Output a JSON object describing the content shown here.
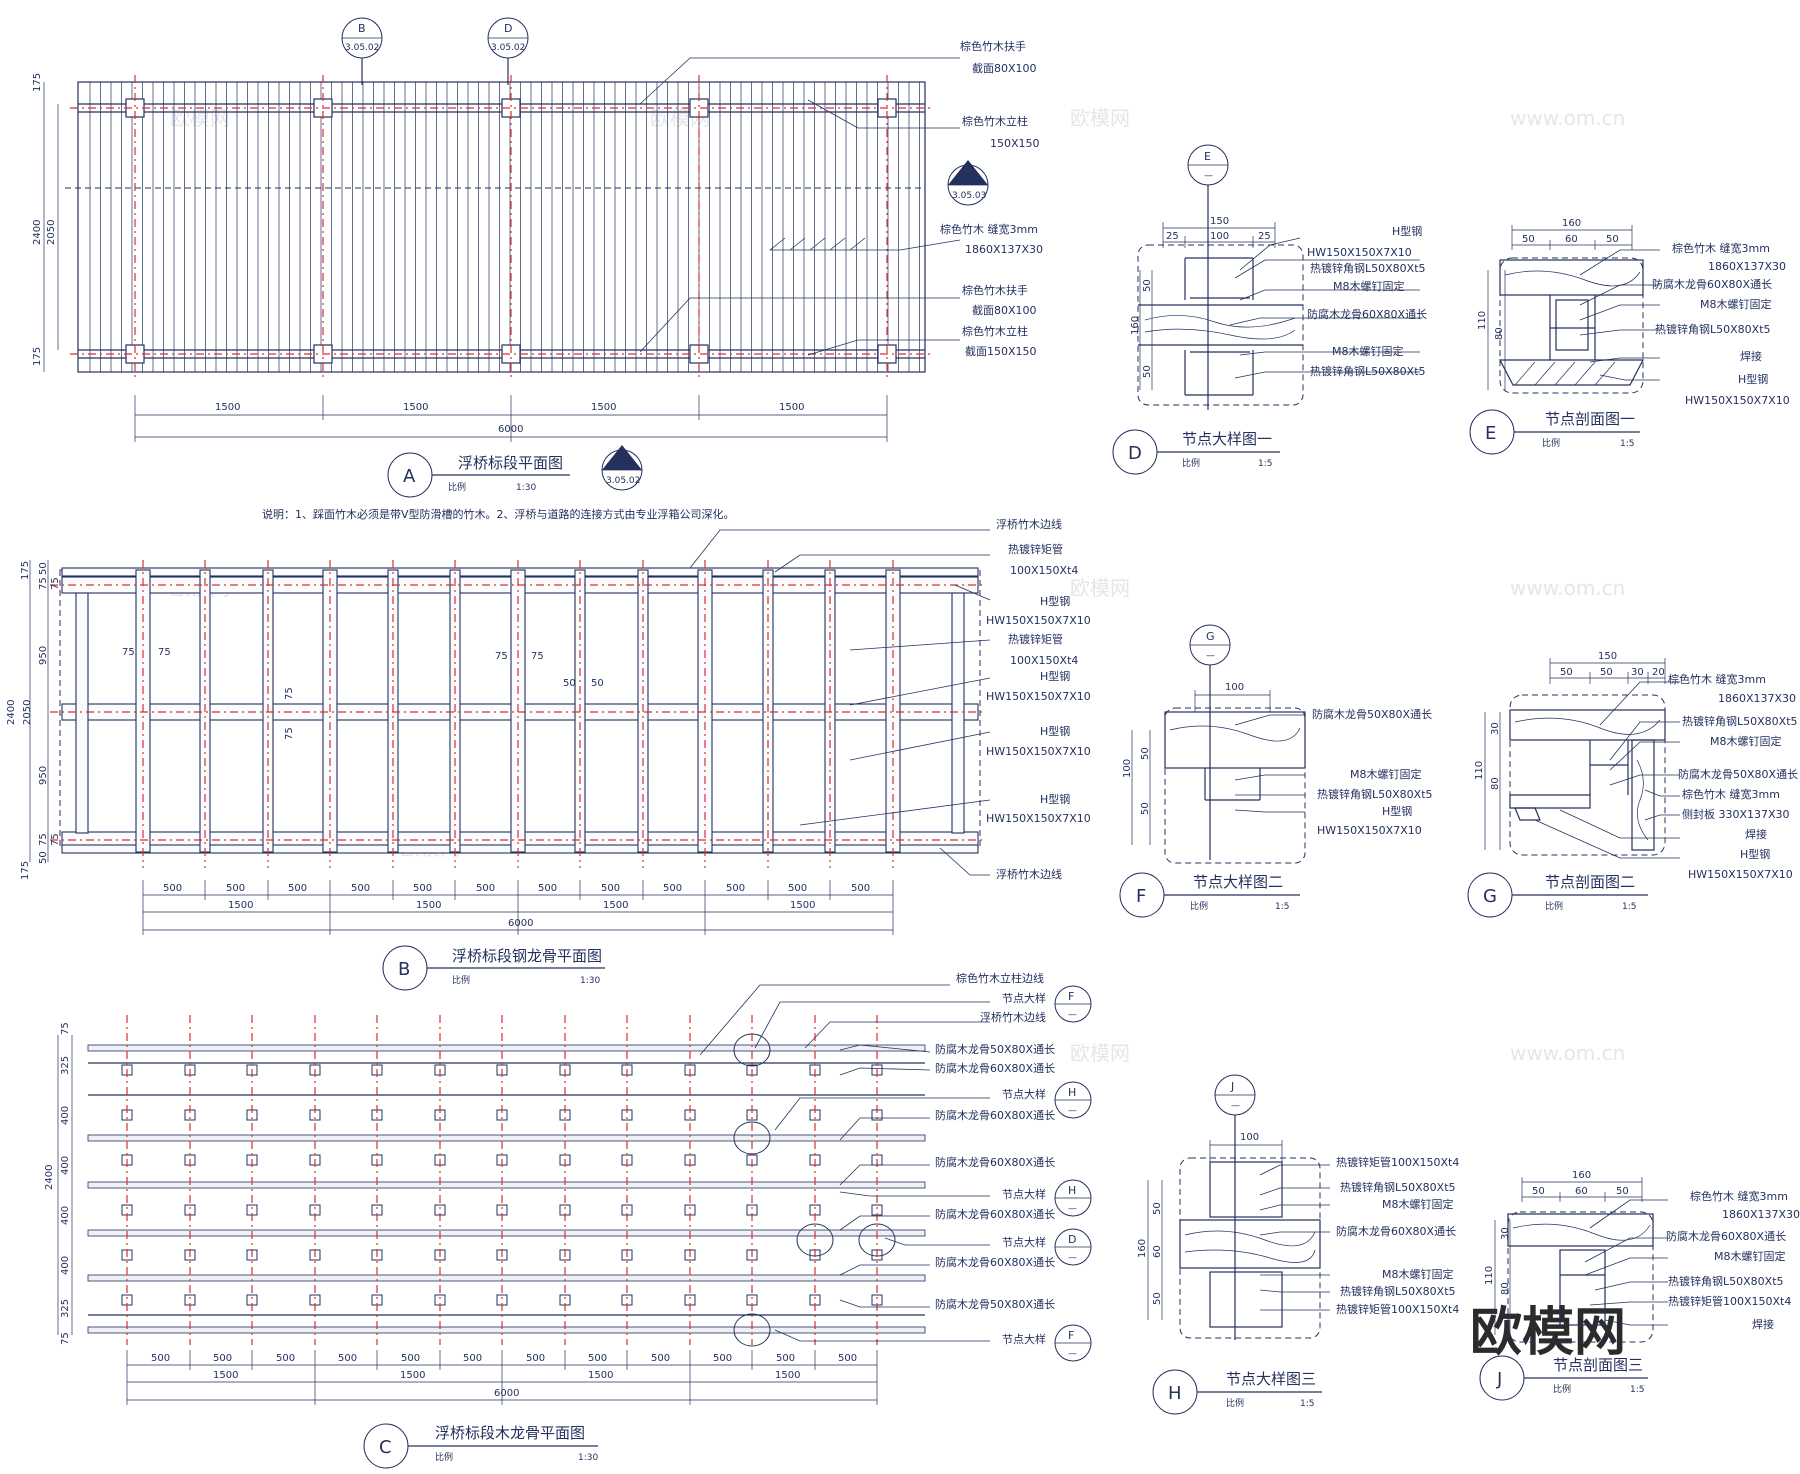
{
  "planA": {
    "section_B": {
      "letter": "B",
      "ref": "3.05.02"
    },
    "section_D": {
      "letter": "D",
      "ref": "3.05.02"
    },
    "section_A": {
      "letter": "A",
      "ref": "3.05.03"
    },
    "labels": [
      "棕色竹木扶手",
      "截面80X100",
      "棕色竹木立柱",
      "150X150",
      "棕色竹木 缝宽3mm",
      "1860X137X30",
      "棕色竹木扶手",
      "截面80X100",
      "棕色竹木立柱",
      "截面150X150"
    ],
    "dims_bottom": [
      "1500",
      "1500",
      "1500",
      "1500"
    ],
    "dim_total": "6000",
    "dims_left": [
      "175",
      "2050",
      "175"
    ],
    "dim_left_total": "2400",
    "title_letter": "A",
    "title": "浮桥标段平面图",
    "scale_label": "比例",
    "scale": "1:30",
    "ref_letter": "A",
    "ref_code": "3.05.02",
    "note": "说明：1、踩面竹木必须是带V型防滑槽的竹木。2、浮桥与道路的连接方式由专业浮箱公司深化。"
  },
  "planB": {
    "labels": [
      "浮桥竹木边线",
      "热镀锌矩管",
      "100X150Xt4",
      "H型钢",
      "HW150X150X7X10",
      "热镀锌矩管",
      "100X150Xt4",
      "H型钢",
      "HW150X150X7X10",
      "H型钢",
      "HW150X150X7X10",
      "H型钢",
      "HW150X150X7X10",
      "浮桥竹木边线"
    ],
    "inner_dims": [
      "75",
      "75",
      "75",
      "75",
      "50",
      "50",
      "75",
      "75"
    ],
    "dims_left": [
      "50",
      "75",
      "75",
      "950",
      "2050",
      "950",
      "75",
      "75",
      "50"
    ],
    "dims_left_outer": [
      "175",
      "2400",
      "175"
    ],
    "dims_bottom": [
      "500",
      "500",
      "500",
      "500",
      "500",
      "500",
      "500",
      "500",
      "500",
      "500",
      "500",
      "500"
    ],
    "dims_bottom2": [
      "1500",
      "1500",
      "1500",
      "1500"
    ],
    "dim_total": "6000",
    "title_letter": "B",
    "title": "浮桥标段钢龙骨平面图",
    "scale_label": "比例",
    "scale": "1:30"
  },
  "planC": {
    "labels": [
      "棕色竹木立柱边线",
      "节点大样",
      "浮桥竹木边线",
      "防腐木龙骨50X80X通长",
      "防腐木龙骨60X80X通长",
      "节点大样",
      "防腐木龙骨60X80X通长",
      "防腐木龙骨60X80X通长",
      "节点大样",
      "防腐木龙骨60X80X通长",
      "节点大样",
      "防腐木龙骨60X80X通长",
      "防腐木龙骨50X80X通长",
      "节点大样"
    ],
    "tags": [
      {
        "l": "F",
        "s": "—"
      },
      {
        "l": "H",
        "s": "—"
      },
      {
        "l": "H",
        "s": "—"
      },
      {
        "l": "D",
        "s": "—"
      },
      {
        "l": "F",
        "s": "—"
      }
    ],
    "dims_left": [
      "75",
      "325",
      "400",
      "400",
      "400",
      "400",
      "325",
      "75"
    ],
    "dim_left_total": "2400",
    "dims_bottom": [
      "500",
      "500",
      "500",
      "500",
      "500",
      "500",
      "500",
      "500",
      "500",
      "500",
      "500",
      "500"
    ],
    "dims_bottom2": [
      "1500",
      "1500",
      "1500",
      "1500"
    ],
    "dim_total": "6000",
    "title_letter": "C",
    "title": "浮桥标段木龙骨平面图",
    "scale_label": "比例",
    "scale": "1:30"
  },
  "detailD": {
    "tag_letter": "E",
    "tag_sub": "—",
    "top_dims": [
      "150",
      "25",
      "100",
      "25"
    ],
    "left_dims": [
      "50",
      "160",
      "50"
    ],
    "labels": [
      "H型钢",
      "HW150X150X7X10",
      "热镀锌角钢L50X80Xt5",
      "M8木螺钉固定",
      "防腐木龙骨60X80X通长",
      "M8木螺钉固定",
      "热镀锌角钢L50X80Xt5"
    ],
    "title_letter": "D",
    "title": "节点大样图一",
    "scale_label": "比例",
    "scale": "1:5"
  },
  "detailE": {
    "top_dims": [
      "160",
      "50",
      "60",
      "50"
    ],
    "left_dims": [
      "110",
      "80"
    ],
    "labels": [
      "棕色竹木 缝宽3mm",
      "1860X137X30",
      "防腐木龙骨60X80X通长",
      "M8木螺钉固定",
      "热镀锌角钢L50X80Xt5",
      "焊接",
      "H型钢",
      "HW150X150X7X10"
    ],
    "title_letter": "E",
    "title": "节点剖面图一",
    "scale_label": "比例",
    "scale": "1:5"
  },
  "detailF": {
    "tag_letter": "G",
    "tag_sub": "—",
    "top_dims": [
      "100"
    ],
    "left_dims": [
      "100",
      "50",
      "50"
    ],
    "labels": [
      "防腐木龙骨50X80X通长",
      "M8木螺钉固定",
      "热镀锌角钢L50X80Xt5",
      "H型钢",
      "HW150X150X7X10"
    ],
    "title_letter": "F",
    "title": "节点大样图二",
    "scale_label": "比例",
    "scale": "1:5"
  },
  "detailG": {
    "top_dims": [
      "150",
      "50",
      "50",
      "30",
      "20"
    ],
    "left_dims": [
      "110",
      "30",
      "80"
    ],
    "labels": [
      "棕色竹木 缝宽3mm",
      "1860X137X30",
      "热镀锌角钢L50X80Xt5",
      "M8木螺钉固定",
      "防腐木龙骨50X80X通长",
      "棕色竹木 缝宽3mm",
      "侧封板 330X137X30",
      "焊接",
      "H型钢",
      "HW150X150X7X10"
    ],
    "title_letter": "G",
    "title": "节点剖面图二",
    "scale_label": "比例",
    "scale": "1:5"
  },
  "detailH": {
    "tag_letter": "J",
    "tag_sub": "—",
    "top_dims": [
      "100"
    ],
    "left_dims": [
      "50",
      "160",
      "60",
      "50"
    ],
    "labels": [
      "热镀锌矩管100X150Xt4",
      "热镀锌角钢L50X80Xt5",
      "M8木螺钉固定",
      "防腐木龙骨60X80X通长",
      "M8木螺钉固定",
      "热镀锌角钢L50X80Xt5",
      "热镀锌矩管100X150Xt4"
    ],
    "title_letter": "H",
    "title": "节点大样图三",
    "scale_label": "比例",
    "scale": "1:5"
  },
  "detailJ": {
    "top_dims": [
      "160",
      "50",
      "60",
      "50"
    ],
    "left_dims": [
      "110",
      "30",
      "80"
    ],
    "labels": [
      "棕色竹木 缝宽3mm",
      "1860X137X30",
      "防腐木龙骨60X80X通长",
      "M8木螺钉固定",
      "热镀锌角钢L50X80Xt5",
      "热镀锌矩管100X150Xt4",
      "焊接"
    ],
    "title_letter": "J",
    "title": "节点剖面图三",
    "scale_label": "比例",
    "scale": "1:5"
  },
  "watermark": {
    "text": "欧模网",
    "url": "www.om.cn",
    "logo": "欧模网"
  }
}
